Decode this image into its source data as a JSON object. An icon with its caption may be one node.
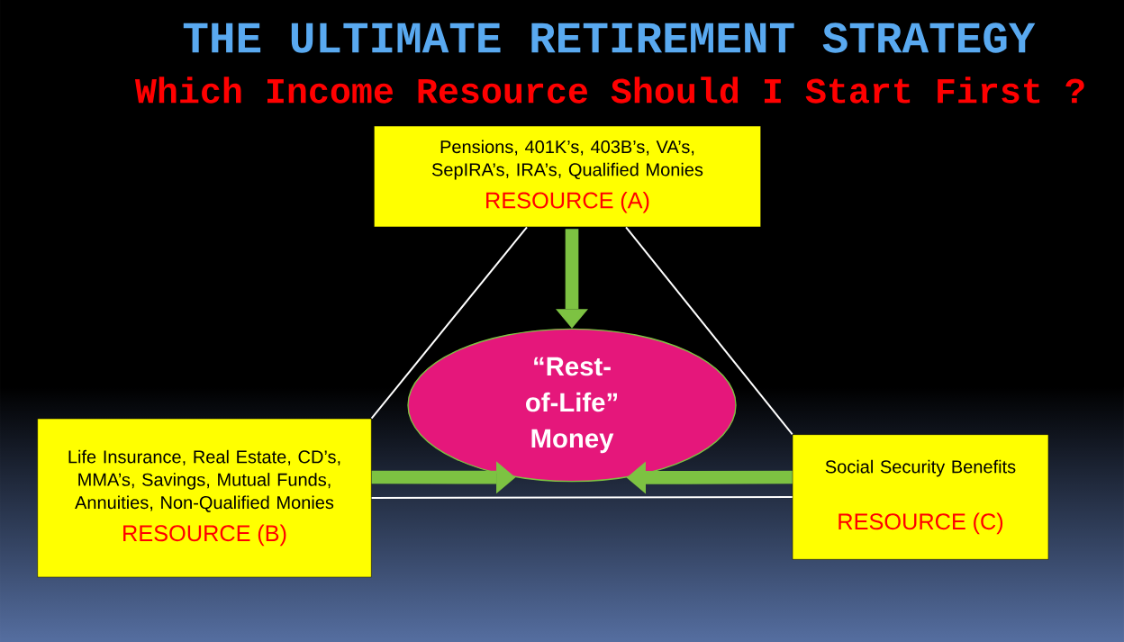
{
  "diagram": {
    "title": "THE ULTIMATE RETIREMENT STRATEGY",
    "nodes": [
      {
        "text": [
          "Pensions, 401K’s, 403B’s, VA’s, SepIRA’s, IRA’s, Qualified Monies",
          "RESOURCE (A)"
        ]
      },
      {
        "text": [
          "“Rest-of-Life” Money"
        ]
      },
      {
        "text": [
          "Life Insurance, Real Estate, CD’s, MMA’s, Savings, Mutual Funds, Annuities, Non-Qualified Monies",
          "RESOURCE (B)"
        ]
      },
      {
        "text": [
          "Social Security Benefits",
          "RESOURCE (C)"
        ]
      }
    ],
    "edges": [
      {
        "from": 0,
        "to": 1,
        "arrow": "to",
        "style": "thick",
        "color": "#7dc242"
      },
      {
        "from": 2,
        "to": 1,
        "arrow": "to",
        "style": "thick",
        "color": "#7dc242"
      },
      {
        "from": 3,
        "to": 1,
        "arrow": "to",
        "style": "thick",
        "color": "#7dc242"
      },
      {
        "from": 0,
        "to": 2,
        "arrow": "none",
        "color": "#ffffff"
      },
      {
        "from": 0,
        "to": 3,
        "arrow": "none",
        "color": "#ffffff"
      },
      {
        "from": 2,
        "to": 3,
        "arrow": "none",
        "color": "#ffffff"
      }
    ],
    "labels": [
      "Which Income Resource Should I Start First ?"
    ]
  }
}
